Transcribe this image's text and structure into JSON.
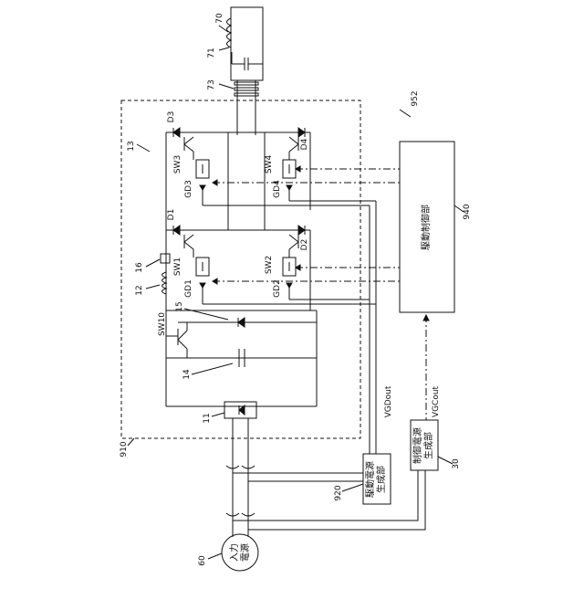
{
  "labels": {
    "n70": "70",
    "n71": "71",
    "n73": "73",
    "n952": "952",
    "n13": "13",
    "d3": "D3",
    "d4": "D4",
    "sw3": "SW3",
    "gd3": "GD3",
    "sw4": "SW4",
    "gd4": "GD4",
    "d1": "D1",
    "d2": "D2",
    "sw1": "SW1",
    "gd1": "GD1",
    "sw2": "SW2",
    "gd2": "GD2",
    "n16": "16",
    "n12": "12",
    "n15": "15",
    "sw10": "SW10",
    "n14": "14",
    "n11": "11",
    "n910": "910",
    "n940": "940",
    "drive_control": "駆動制御部",
    "vgdout": "VGDout",
    "vgcout": "VGCout",
    "n920": "920",
    "drive_power_1": "駆動電源",
    "drive_power_2": "生成部",
    "control_power_1": "制御電源",
    "control_power_2": "生成部",
    "n30": "30",
    "n60": "60",
    "input_power_1": "入力",
    "input_power_2": "電源"
  }
}
